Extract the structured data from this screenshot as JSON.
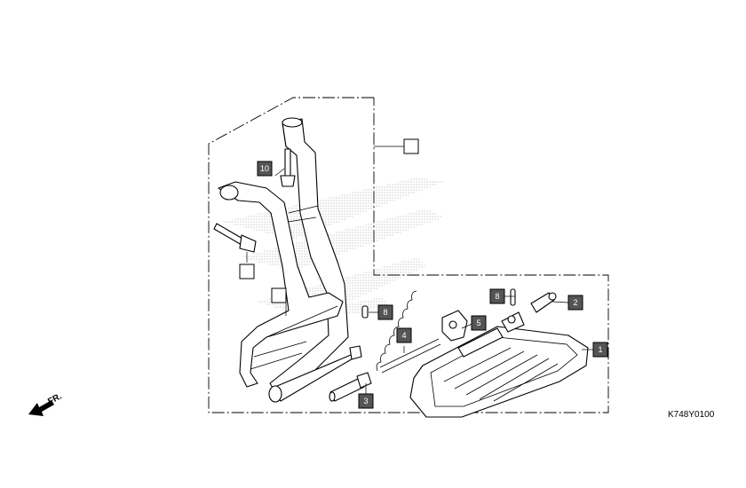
{
  "diagram_code": "K748Y0100",
  "direction_marker": {
    "label": "FR.",
    "icon": "front-direction-arrow-icon"
  },
  "callouts": [
    {
      "id": "1",
      "label": "1",
      "style": "filled"
    },
    {
      "id": "2",
      "label": "2",
      "style": "filled"
    },
    {
      "id": "3",
      "label": "3",
      "style": "filled"
    },
    {
      "id": "4",
      "label": "4",
      "style": "filled"
    },
    {
      "id": "5",
      "label": "5",
      "style": "filled"
    },
    {
      "id": "8a",
      "label": "8",
      "style": "filled"
    },
    {
      "id": "8b",
      "label": "8",
      "style": "filled"
    },
    {
      "id": "10",
      "label": "10",
      "style": "filled"
    },
    {
      "id": "blank-a",
      "label": "",
      "style": "empty"
    },
    {
      "id": "blank-b",
      "label": "",
      "style": "empty"
    },
    {
      "id": "blank-c",
      "label": "",
      "style": "empty"
    }
  ]
}
